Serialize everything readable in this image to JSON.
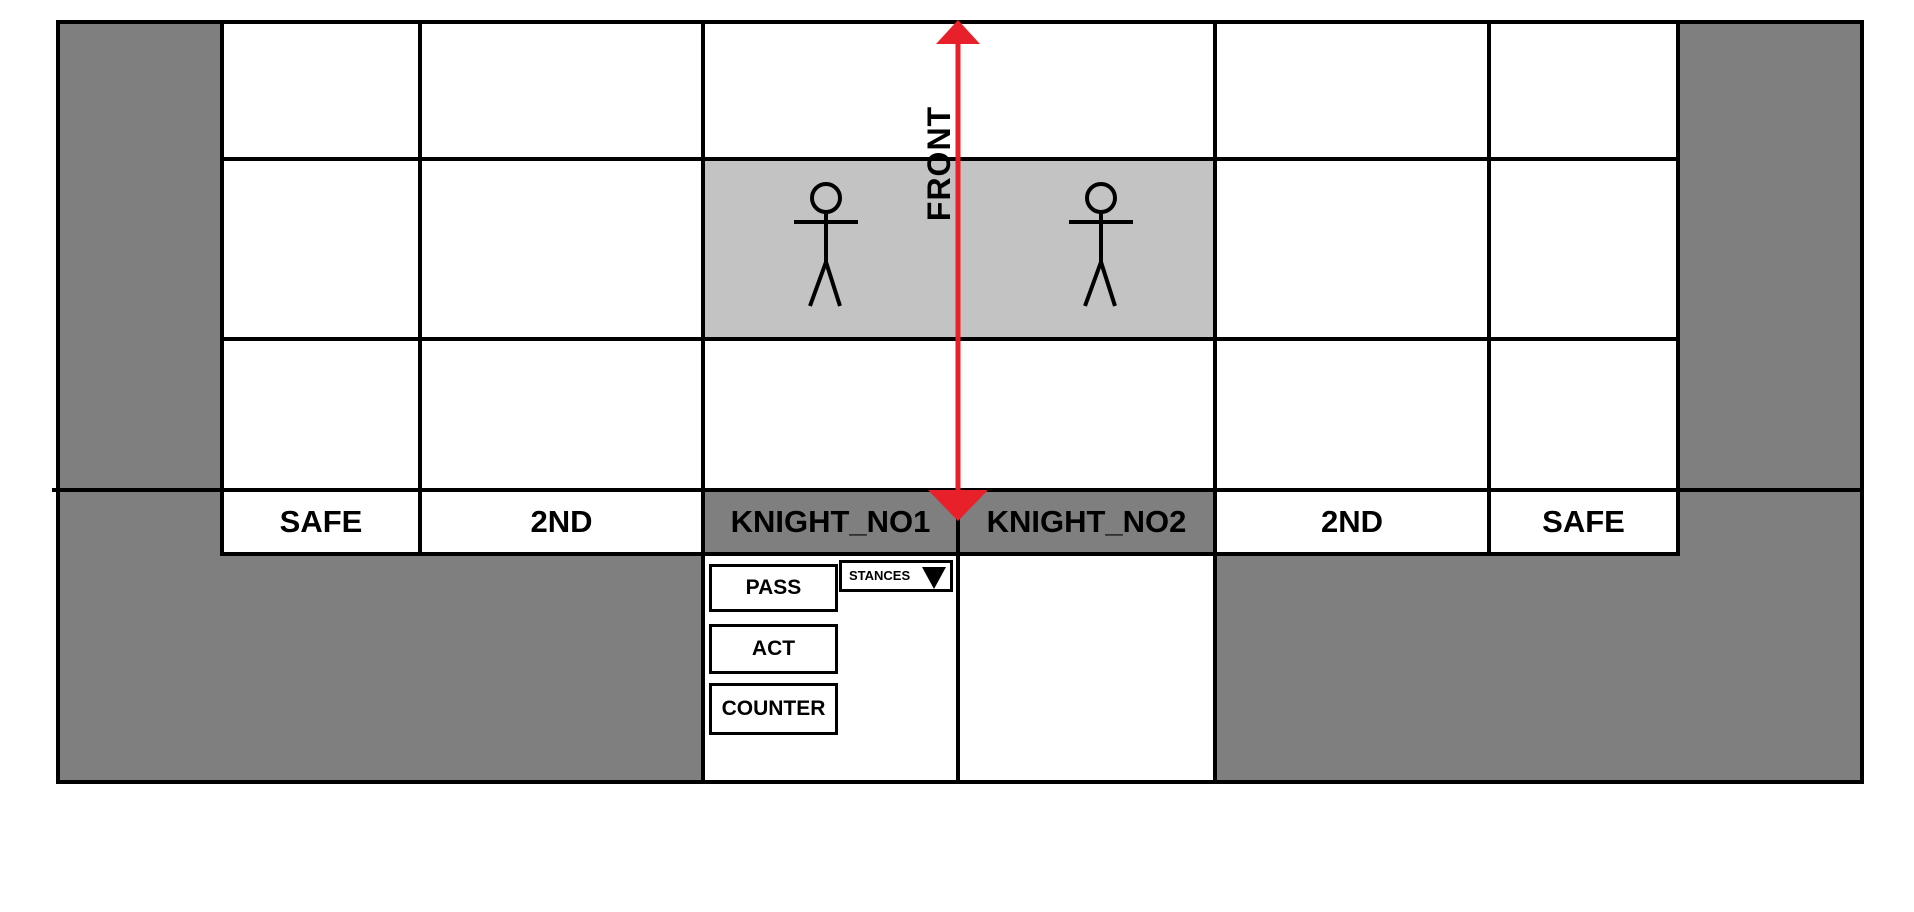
{
  "board": {
    "rows": [
      [
        "",
        "",
        "",
        "",
        "",
        ""
      ],
      [
        "",
        "",
        "knight",
        "knight",
        "",
        ""
      ],
      [
        "",
        "",
        "",
        "",
        "",
        ""
      ]
    ]
  },
  "front_label": "FRONT",
  "lanes": [
    "SAFE",
    "2ND",
    "KNIGHT_NO1",
    "KNIGHT_NO2",
    "2ND",
    "SAFE"
  ],
  "actions": {
    "pass": "PASS",
    "act": "ACT",
    "counter": "COUNTER",
    "stances": "STANCES"
  },
  "colors": {
    "front_arrow": "#e8202a",
    "highlight_cell": "#c3c3c3",
    "background_panel": "#7f7f7f"
  },
  "icons": [
    "stick-figure-icon",
    "dropdown-arrow-icon",
    "front-arrow-icon"
  ]
}
